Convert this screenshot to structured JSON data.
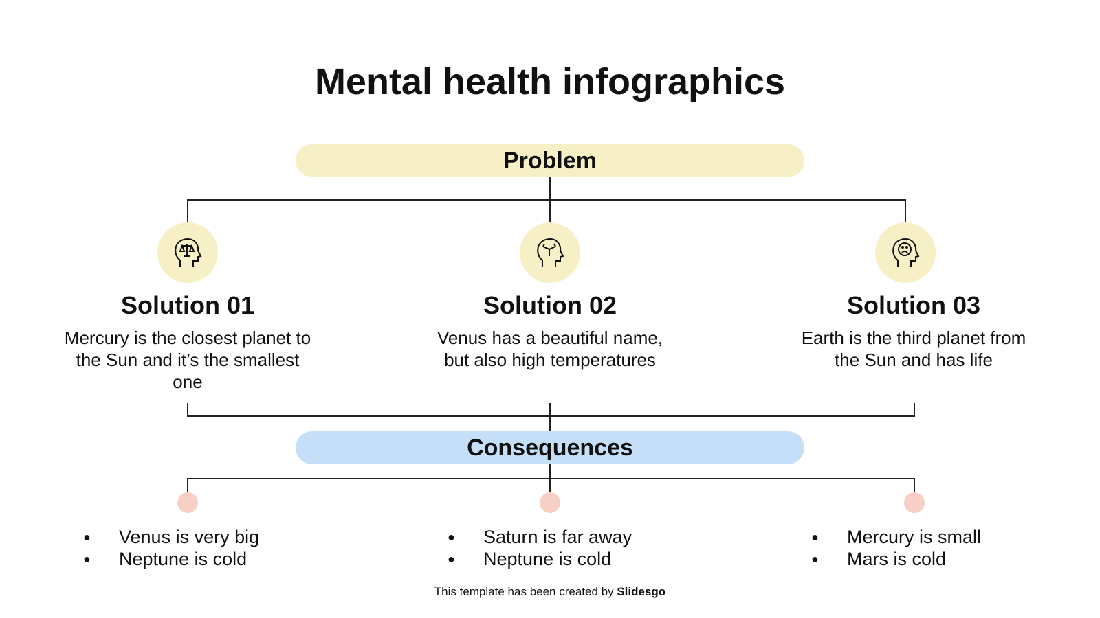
{
  "title": "Mental health infographics",
  "problem": "Problem",
  "consequences": "Consequences",
  "solutions": [
    {
      "title": "Solution 01",
      "text": "Mercury is the closest planet to the Sun and it’s the smallest one",
      "icon": "head-balance-icon"
    },
    {
      "title": "Solution 02",
      "text": "Venus has a beautiful name, but also high temperatures",
      "icon": "head-arrows-icon"
    },
    {
      "title": "Solution 03",
      "text": "Earth is the third planet from the Sun and has life",
      "icon": "head-sad-face-icon"
    }
  ],
  "bullets": [
    [
      "Venus is very big",
      "Neptune is cold"
    ],
    [
      "Saturn is far away",
      "Neptune is cold"
    ],
    [
      "Mercury is small",
      "Mars is cold"
    ]
  ],
  "footer": {
    "prefix": "This template has been created by ",
    "brand": "Slidesgo"
  },
  "colors": {
    "problem": "#f7efc5",
    "consequences": "#c5dff8",
    "dot": "#f7cfc4"
  }
}
